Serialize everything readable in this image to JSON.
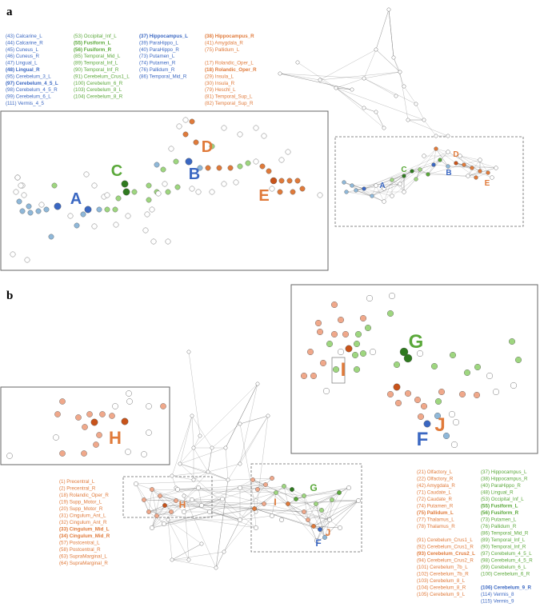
{
  "panel_labels": {
    "a": "a",
    "b": "b"
  },
  "colors": {
    "blue": "#3a67c2",
    "lightblue": "#8fb8d9",
    "green": "#5aa83a",
    "lightgreen": "#9ed67f",
    "darkgreen": "#2f7a1f",
    "orange": "#e07a3a",
    "lightorange": "#f0a88a",
    "darkorange": "#c8531a",
    "gray": "#8a8a8a"
  },
  "panel_a": {
    "legend_blue": [
      "(43) Calcarine_L",
      "(44) Calcarine_R",
      "(45) Cuneus_L",
      "(46) Cuneus_R",
      "(47) Lingual_L",
      "(48) Lingual_R",
      "(95) Cerebelum_3_L",
      "(97) Cerebelum_4_5_L",
      "(98) Cerebelum_4_5_R",
      "(99) Cerebelum_6_L",
      "(111) Vermis_4_5"
    ],
    "legend_blue_bold": [
      5,
      7
    ],
    "legend_green": [
      "(53) Occipital_Inf_L",
      "(55) Fusiform_L",
      "(56) Fusiform_R",
      "(85) Temporal_Mid_L",
      "(89) Temporal_Inf_L",
      "(90) Temporal_Inf_R",
      "(91) Cerebelum_Crus1_L",
      "(100) Cerebelum_6_R",
      "(103) Cerebelum_8_L",
      "(104) Cerebelum_8_R"
    ],
    "legend_green_bold": [
      1,
      2
    ],
    "legend_blue2": [
      "(37) Hippocampus_L",
      "(39) ParaHippo_L",
      "(40) ParaHippo_R",
      "(73) Putamen_L",
      "(74) Putamen_R",
      "(76) Pallidum_R",
      "(86) Temporal_Mid_R"
    ],
    "legend_blue2_bold": [
      0
    ],
    "legend_orange": [
      "(38) Hippocampus_R",
      "(41) Amygdala_R",
      "(75) Pallidum_L",
      "",
      "(17) Rolandic_Oper_L",
      "(18) Rolandic_Oper_R",
      "(29) Insula_L",
      "(30) Insula_R",
      "(79) Heschl_L",
      "(81) Temporal_Sup_L",
      "(82) Temporal_Sup_R"
    ],
    "legend_orange_bold": [
      0,
      5
    ],
    "zoom_labels": {
      "A": "A",
      "B": "B",
      "C": "C",
      "D": "D",
      "E": "E"
    },
    "mini_labels": {
      "A": "A",
      "B": "B",
      "C": "C",
      "D": "D",
      "E": "E"
    }
  },
  "panel_b": {
    "zoom_left_labels": {
      "H": "H"
    },
    "zoom_right_labels": {
      "G": "G",
      "I": "I",
      "J": "J",
      "F": "F"
    },
    "main_labels": {
      "G": "G",
      "H": "H",
      "I": "I",
      "J": "J",
      "F": "F"
    },
    "legend_left": [
      "(1) Precentral_L",
      "(2) Precentral_R",
      "(18) Rolandic_Oper_R",
      "(19) Supp_Motor_L",
      "(20) Supp_Motor_R",
      "(31) Cingulum_Ant_L",
      "(32) Cingulum_Ant_R",
      "(33) Cingulum_Mid_L",
      "(34) Cingulum_Mid_R",
      "(57) Postcentral_L",
      "(58) Postcentral_R",
      "(63) SupraMarginal_L",
      "(64) SupraMarginal_R"
    ],
    "legend_left_bold": [
      7,
      8
    ],
    "legend_mid": [
      "(21) Olfactory_L",
      "(22) Olfactory_R",
      "(42) Amygdala_R",
      "(71) Caudate_L",
      "(72) Caudate_R",
      "(74) Putamen_R",
      "(75) Pallidum_L",
      "(77) Thalamus_L",
      "(78) Thalamus_R",
      "",
      "(91) Cerebelum_Crus1_L",
      "(92) Cerebelum_Crus1_R",
      "(93) Cerebelum_Crus2_L",
      "(94) Cerebelum_Crus2_R",
      "(101) Cerebelum_7b_L",
      "(102) Cerebelum_7b_R",
      "(103) Cerebelum_8_L",
      "(104) Cerebelum_8_R",
      "(105) Cerebelum_9_L"
    ],
    "legend_mid_bold": [
      6,
      12
    ],
    "legend_right": [
      "(37) Hippocampus_L",
      "(38) Hippocampus_R",
      "(40) ParaHippo_R",
      "(48) Lingual_R",
      "(53) Occipital_Inf_L",
      "(55) Fusiform_L",
      "(56) Fusiform_R",
      "(73) Putamen_L",
      "(76) Pallidum_R",
      "(86) Temporal_Mid_R",
      "(89) Temporal_Inf_L",
      "(90) Temporal_Inf_R",
      "(97) Cerebelum_4_5_L",
      "(98) Cerebelum_4_5_R",
      "(99) Cerebelum_6_L",
      "(100) Cerebelum_6_R",
      "",
      "(106) Cerebelum_9_R",
      "(114) Vermis_8",
      "(115) Vermis_9"
    ],
    "legend_right_bold": [
      5,
      6,
      17
    ],
    "legend_right_blue": [
      17,
      18,
      19
    ]
  }
}
